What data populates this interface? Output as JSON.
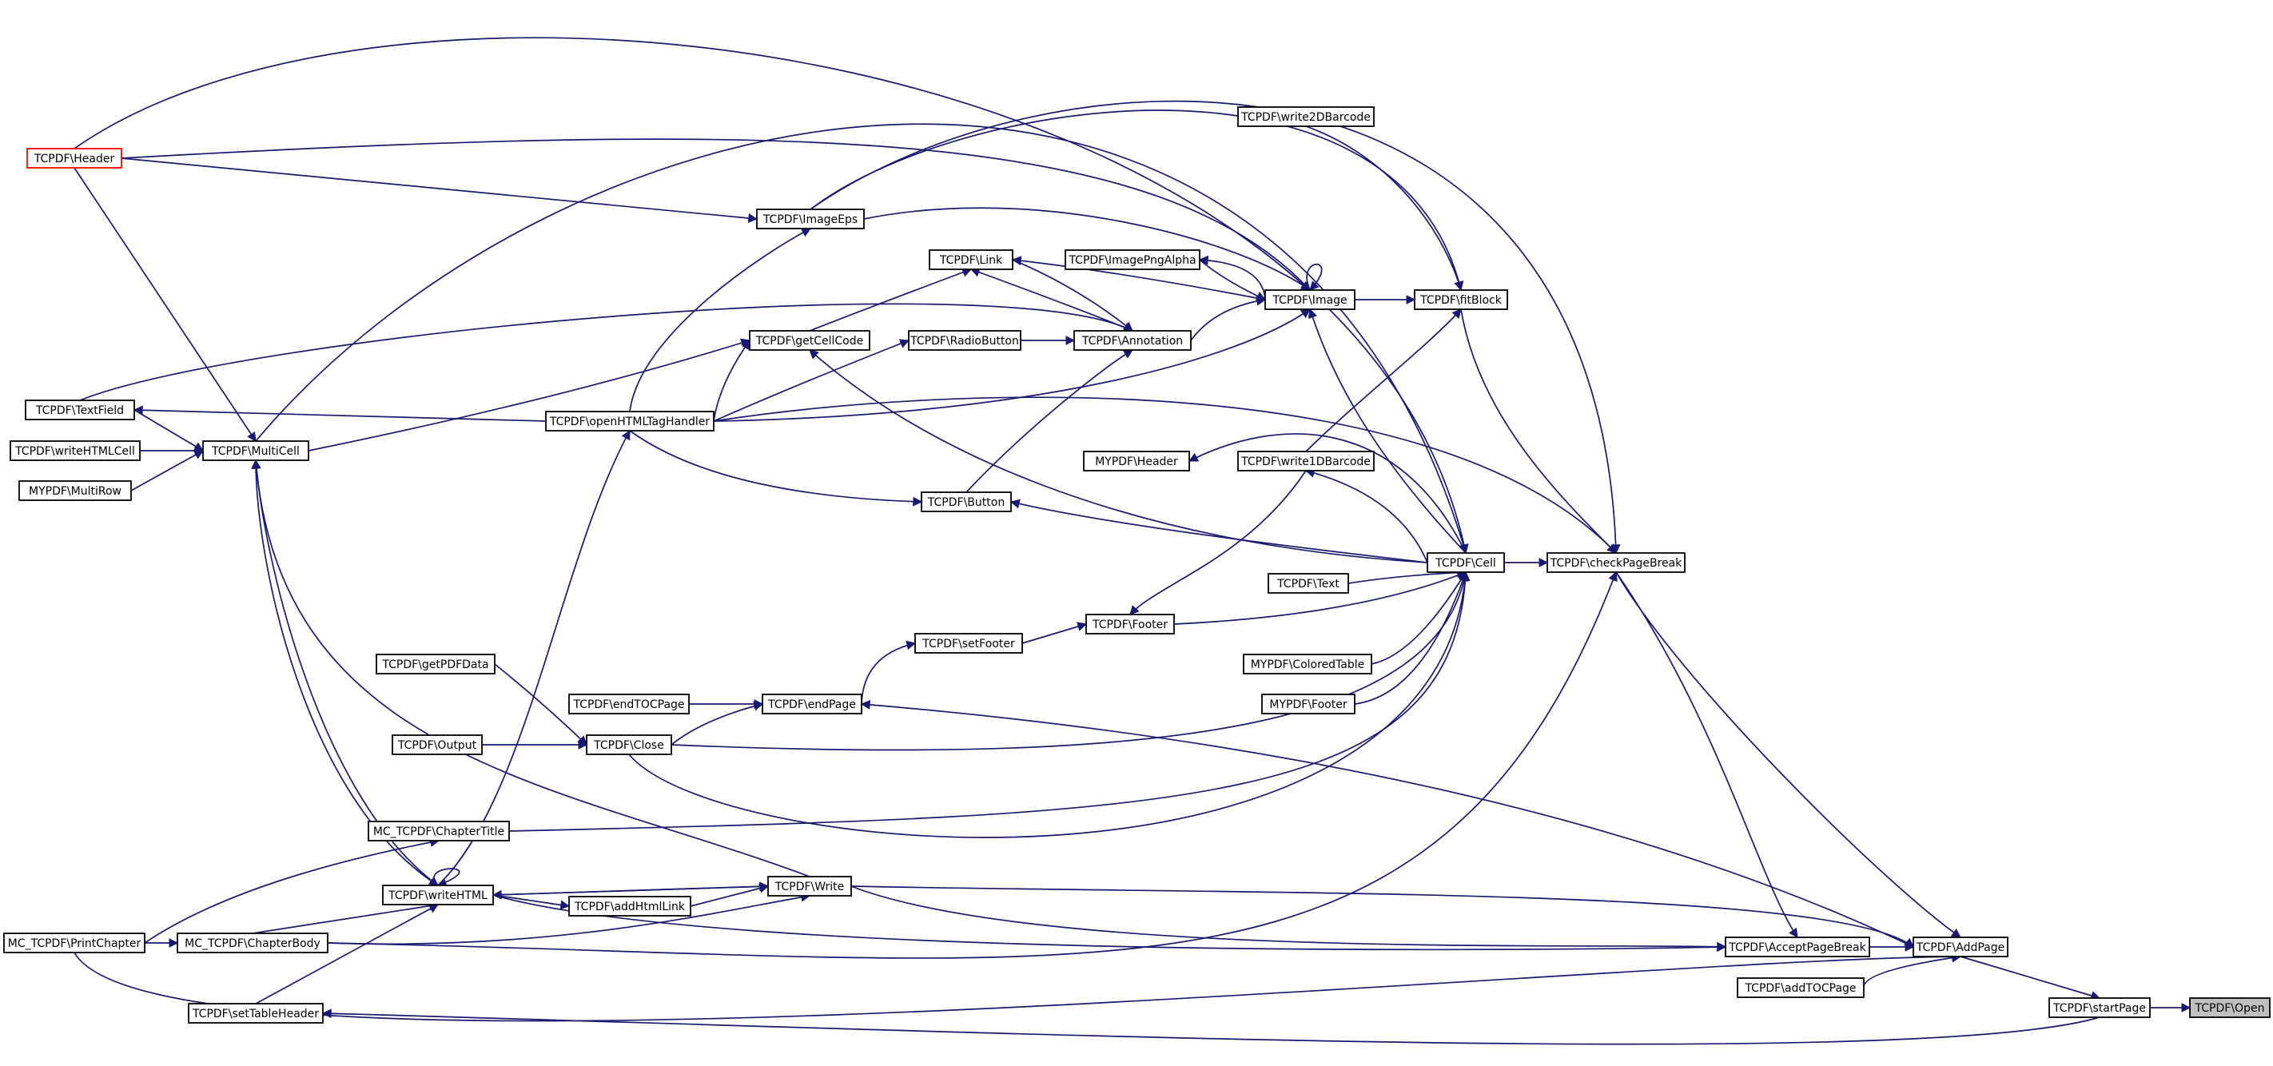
{
  "colors": {
    "edge": "#191970",
    "node_border": "#000000",
    "root_fill": "#bfbfbf",
    "highlight_border": "#ff0000",
    "background": "#ffffff"
  },
  "nodes": {
    "open": "TCPDF\\Open",
    "startPage": "TCPDF\\startPage",
    "addPage": "TCPDF\\AddPage",
    "acceptPageBreak": "TCPDF\\AcceptPageBreak",
    "addTOCPage": "TCPDF\\addTOCPage",
    "checkPageBreak": "TCPDF\\checkPageBreak",
    "cell": "TCPDF\\Cell",
    "fitBlock": "TCPDF\\fitBlock",
    "write2DBarcode": "TCPDF\\write2DBarcode",
    "image": "TCPDF\\Image",
    "imagePngAlpha": "TCPDF\\ImagePngAlpha",
    "link": "TCPDF\\Link",
    "imageEps": "TCPDF\\ImageEps",
    "header": "TCPDF\\Header",
    "annotation": "TCPDF\\Annotation",
    "radioButton": "TCPDF\\RadioButton",
    "getCellCode": "TCPDF\\getCellCode",
    "openHTMLTagHandler": "TCPDF\\openHTMLTagHandler",
    "textField": "TCPDF\\TextField",
    "multiCell": "TCPDF\\MultiCell",
    "writeHTMLCell": "TCPDF\\writeHTMLCell",
    "mypdfMultiRow": "MYPDF\\MultiRow",
    "mypdfHeader": "MYPDF\\Header",
    "write1DBarcode": "TCPDF\\write1DBarcode",
    "button": "TCPDF\\Button",
    "text": "TCPDF\\Text",
    "footer": "TCPDF\\Footer",
    "setFooter": "TCPDF\\setFooter",
    "mypdfColoredTable": "MYPDF\\ColoredTable",
    "mypdfFooter": "MYPDF\\Footer",
    "endPage": "TCPDF\\endPage",
    "endTOCPage": "TCPDF\\endTOCPage",
    "getPDFData": "TCPDF\\getPDFData",
    "close": "TCPDF\\Close",
    "output": "TCPDF\\Output",
    "chapterTitle": "MC_TCPDF\\ChapterTitle",
    "writeHTML": "TCPDF\\writeHTML",
    "write": "TCPDF\\Write",
    "addHtmlLink": "TCPDF\\addHtmlLink",
    "printChapter": "MC_TCPDF\\PrintChapter",
    "chapterBody": "MC_TCPDF\\ChapterBody",
    "setTableHeader": "TCPDF\\setTableHeader"
  }
}
